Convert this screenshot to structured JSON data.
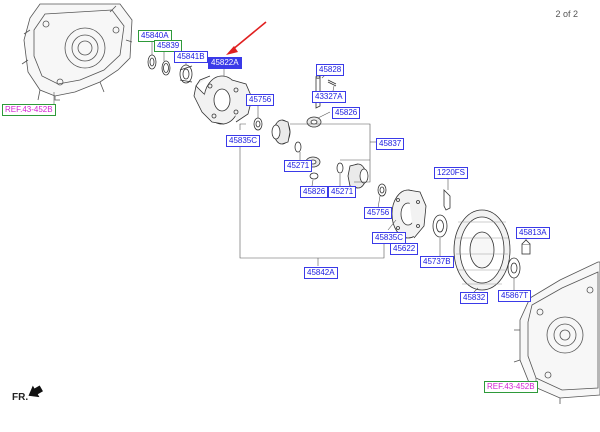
{
  "page": {
    "indicator": "2 of 2"
  },
  "direction": {
    "label": "FR."
  },
  "refs": {
    "top": "REF.43-452B",
    "bottom": "REF.43-452B"
  },
  "parts": {
    "p45840A": "45840A",
    "p45839": "45839",
    "p45841B": "45841B",
    "p45822A": "45822A",
    "p45828": "45828",
    "p43327A": "43327A",
    "p45756_top": "45756",
    "p45826_top": "45826",
    "p45835C_left": "45835C",
    "p45837": "45837",
    "p45271_left": "45271",
    "p45826_bottom": "45826",
    "p45271_right": "45271",
    "p1220FS": "1220FS",
    "p45756_bottom": "45756",
    "p45835C_right": "45835C",
    "p45622": "45622",
    "p45813A": "45813A",
    "p45737B": "45737B",
    "p45867T": "45867T",
    "p45832": "45832",
    "p45842A": "45842A"
  },
  "colors": {
    "label_text": "#1a1ae0",
    "label_border": "#3a3ae8",
    "label_border_green": "#2e9a3a",
    "selected_bg": "#3a3ae8",
    "ref_text": "#d21fd2",
    "pointer_arrow": "#e02020",
    "line": "#555555"
  }
}
